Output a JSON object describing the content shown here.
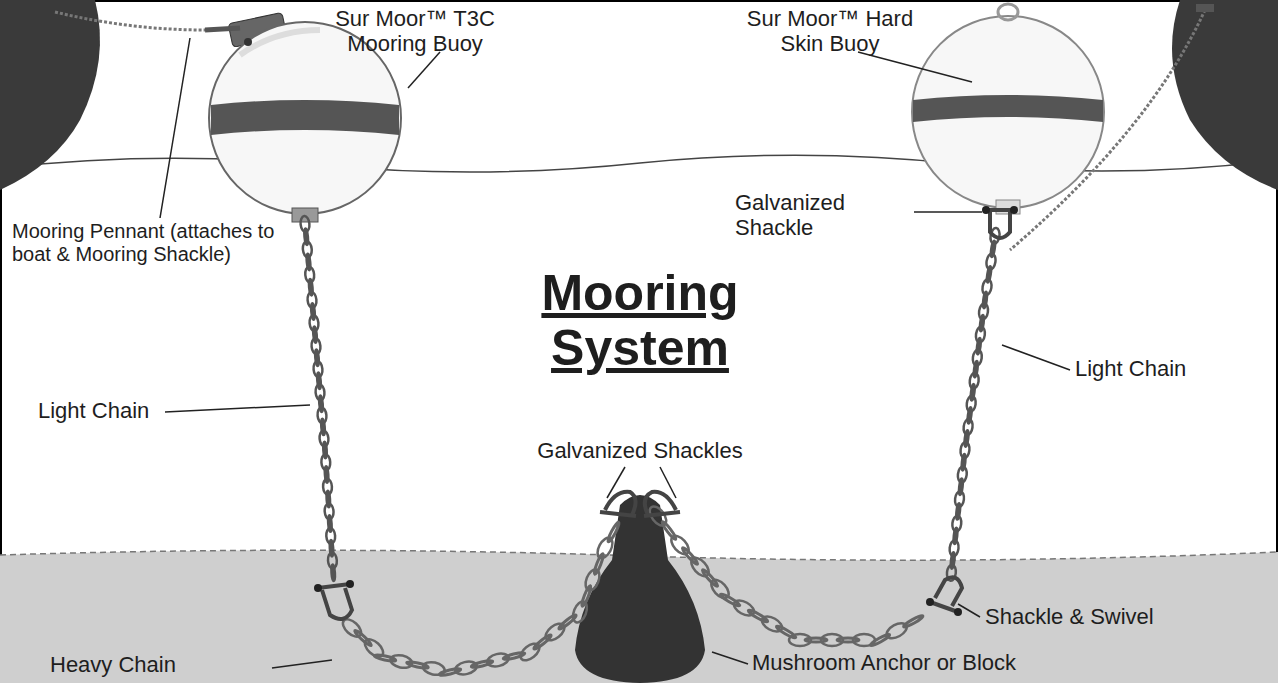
{
  "diagram": {
    "title": "Mooring System",
    "labels": [
      "Sur Moor™ T3C Mooring Buoy",
      "Sur Moor™ Hard Skin Buoy",
      "Mooring Pennant (attaches to boat & Mooring Shackle)",
      "Galvanized Shackle",
      "Light Chain",
      "Light Chain",
      "Galvanized Shackles",
      "Shackle & Swivel",
      "Heavy Chain",
      "Mushroom Anchor or Block"
    ]
  }
}
